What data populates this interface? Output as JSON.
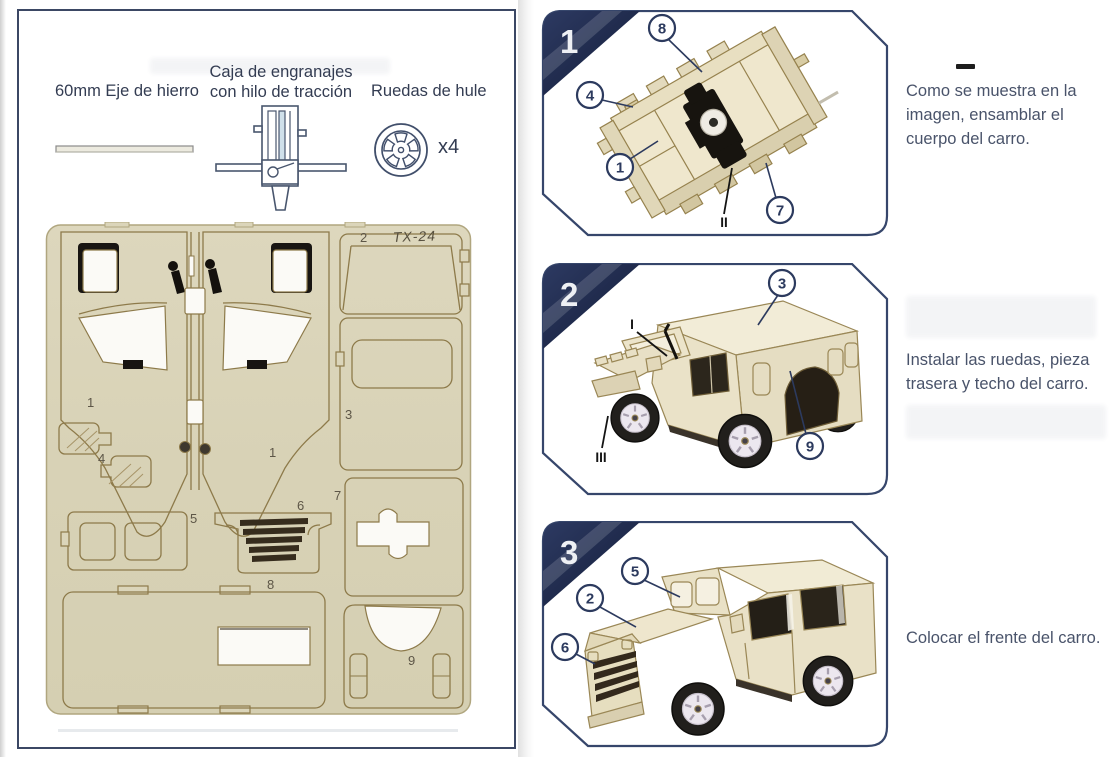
{
  "header": {
    "axle_label": "60mm Eje de hierro",
    "gearbox_label_line1": "Caja de engranajes",
    "gearbox_label_line2": "con hilo de tracción",
    "wheels_label": "Ruedas de hule",
    "wheels_qty": "x4"
  },
  "sheet": {
    "code": "TX-24",
    "labels": {
      "p1_left": "1",
      "p1_right": "1",
      "p2": "2",
      "p3": "3",
      "p4": "4",
      "p5": "5",
      "p6": "6",
      "p7": "7",
      "p8": "8",
      "p9": "9"
    }
  },
  "steps": [
    {
      "number": "1",
      "bullet": "–",
      "text": "Como se muestra en la imagen, ensamblar el cuerpo del carro.",
      "callouts": {
        "c8": "8",
        "c4": "4",
        "c1": "1",
        "c7": "7"
      },
      "marks": {
        "m2": "II"
      }
    },
    {
      "number": "2",
      "text": "Instalar las ruedas, pieza trasera y techo del carro.",
      "callouts": {
        "c3": "3",
        "c9": "9"
      },
      "marks": {
        "m1": "I",
        "m3": "III"
      }
    },
    {
      "number": "3",
      "text": "Colocar el frente del carro.",
      "callouts": {
        "c5": "5",
        "c2": "2",
        "c6": "6"
      }
    }
  ],
  "colors": {
    "step_tab_navy": "#222d4e",
    "panel_border": "#36466b",
    "wood_fill": "#dbd5ba",
    "wood_outline": "#8d7a4a",
    "body_text": "#49536a",
    "callout": "#2c3a5e"
  }
}
